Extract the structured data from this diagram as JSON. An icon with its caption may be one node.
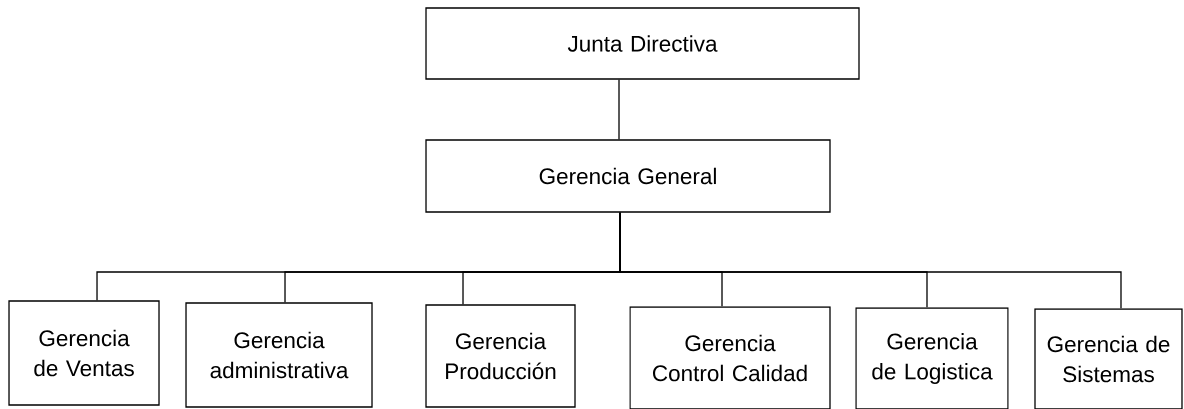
{
  "diagram": {
    "nodes": [
      {
        "text": [
          "Junta Directiva"
        ]
      },
      {
        "text": [
          "Gerencia General"
        ]
      },
      {
        "text": [
          "Gerencia de Ventas"
        ]
      },
      {
        "text": [
          "Gerencia administrativa"
        ]
      },
      {
        "text": [
          "Gerencia Producción"
        ]
      },
      {
        "text": [
          "Gerencia Control Calidad"
        ]
      },
      {
        "text": [
          "Gerencia de Logistica"
        ]
      },
      {
        "text": [
          "Gerencia de Sistemas"
        ]
      }
    ],
    "edges": [
      {
        "from": 0,
        "to": 1,
        "arrow": "none"
      },
      {
        "from": 1,
        "to": 2,
        "arrow": "none"
      },
      {
        "from": 1,
        "to": 3,
        "arrow": "none"
      },
      {
        "from": 1,
        "to": 4,
        "arrow": "none"
      },
      {
        "from": 1,
        "to": 5,
        "arrow": "none"
      },
      {
        "from": 1,
        "to": 6,
        "arrow": "none"
      },
      {
        "from": 1,
        "to": 7,
        "arrow": "none"
      }
    ]
  }
}
